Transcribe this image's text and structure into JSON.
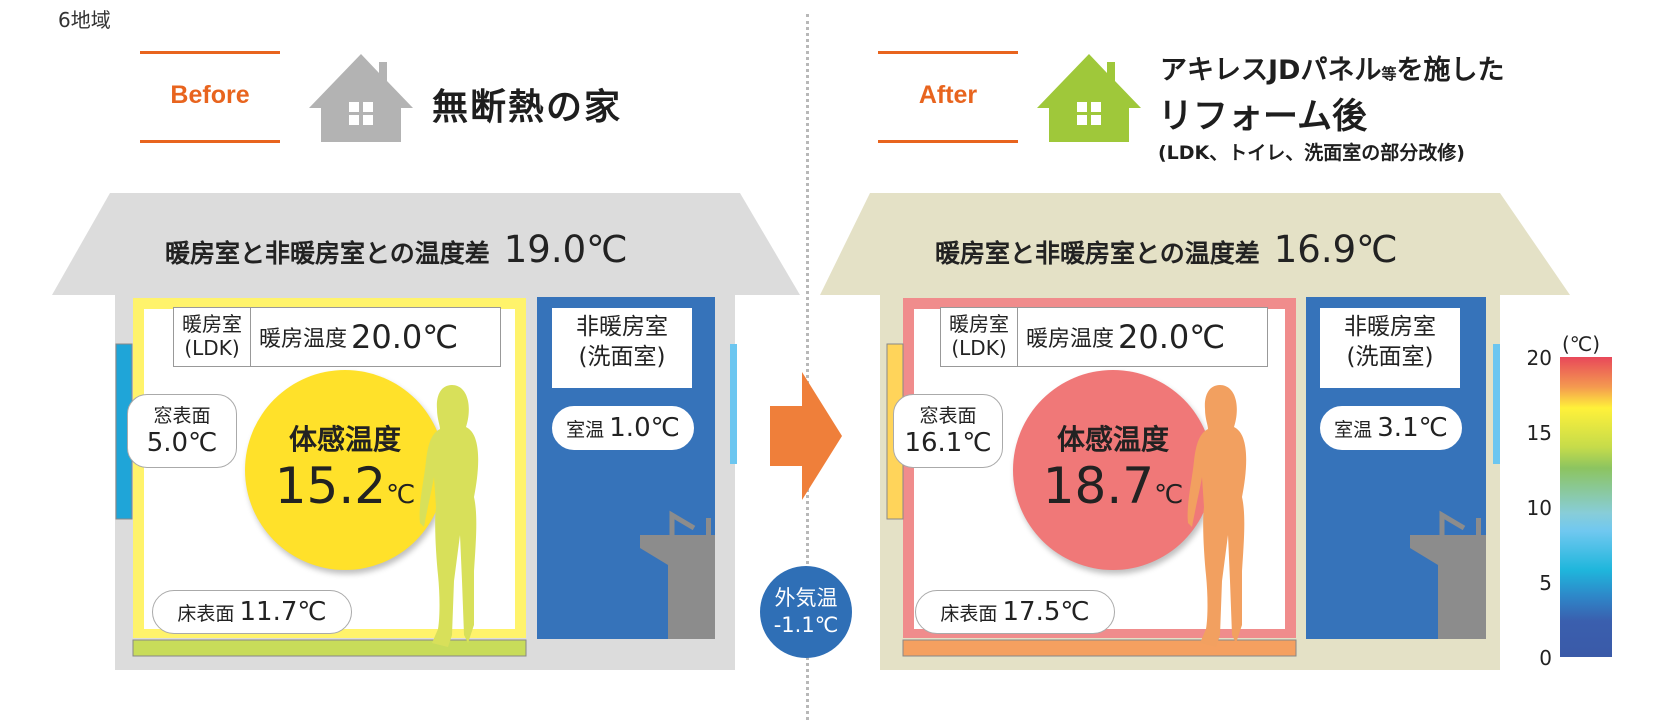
{
  "region_label": "6地域",
  "divider": {
    "style": "dotted",
    "color": "#b8b8b8"
  },
  "before": {
    "tag": "Before",
    "icon": "house-icon",
    "icon_color": "#b3b3b3",
    "title": "無断熱の家",
    "roof_color": "#dcdcdc",
    "roof_label": "暖房室と非暖房室との温度差",
    "roof_diff": "19.0℃",
    "heated_room": {
      "name_line1": "暖房室",
      "name_line2": "(LDK)",
      "heating_label": "暖房温度",
      "heating_value": "20.0℃",
      "border_color": "#fff36b"
    },
    "window": {
      "label": "窓表面",
      "value": "5.0℃",
      "color": "#1fa5d8"
    },
    "felt": {
      "label": "体感温度",
      "value": "15.2",
      "unit": "℃",
      "color": "#ffe12a"
    },
    "floor": {
      "label": "床表面",
      "value": "11.7℃",
      "color": "#c8dc5a"
    },
    "person_color": "#d8e05a",
    "non_heated_room": {
      "name_line1": "非暖房室",
      "name_line2": "(洗面室)",
      "temp_label": "室温",
      "temp_value": "1.0℃",
      "color": "#3673ba"
    }
  },
  "after": {
    "tag": "After",
    "icon": "house-icon",
    "icon_color": "#9fc83a",
    "title_line1": "アキレスJDパネル",
    "title_line1_small": "等",
    "title_line1_end": "を施した",
    "title_line2": "リフォーム後",
    "title_line3": "(LDK、トイレ、洗面室の部分改修)",
    "roof_color": "#e4e1c6",
    "roof_label": "暖房室と非暖房室との温度差",
    "roof_diff": "16.9℃",
    "heated_room": {
      "name_line1": "暖房室",
      "name_line2": "(LDK)",
      "heating_label": "暖房温度",
      "heating_value": "20.0℃",
      "border_color": "#f08c8c"
    },
    "window": {
      "label": "窓表面",
      "value": "16.1℃",
      "color": "#ffd45a"
    },
    "felt": {
      "label": "体感温度",
      "value": "18.7",
      "unit": "℃",
      "color": "#f07878"
    },
    "floor": {
      "label": "床表面",
      "value": "17.5℃",
      "color": "#f5a060"
    },
    "person_color": "#f2a060",
    "non_heated_room": {
      "name_line1": "非暖房室",
      "name_line2": "(洗面室)",
      "temp_label": "室温",
      "temp_value": "3.1℃",
      "color": "#3673ba"
    }
  },
  "arrow": {
    "icon": "arrow-right-icon",
    "color": "#ef7f3a"
  },
  "outdoor": {
    "label": "外気温",
    "value": "-1.1℃",
    "color": "#2f6fb6"
  },
  "colorbar": {
    "unit": "(℃)",
    "ticks": [
      "20",
      "15",
      "10",
      "5",
      "0"
    ],
    "min": 0,
    "max": 20
  }
}
